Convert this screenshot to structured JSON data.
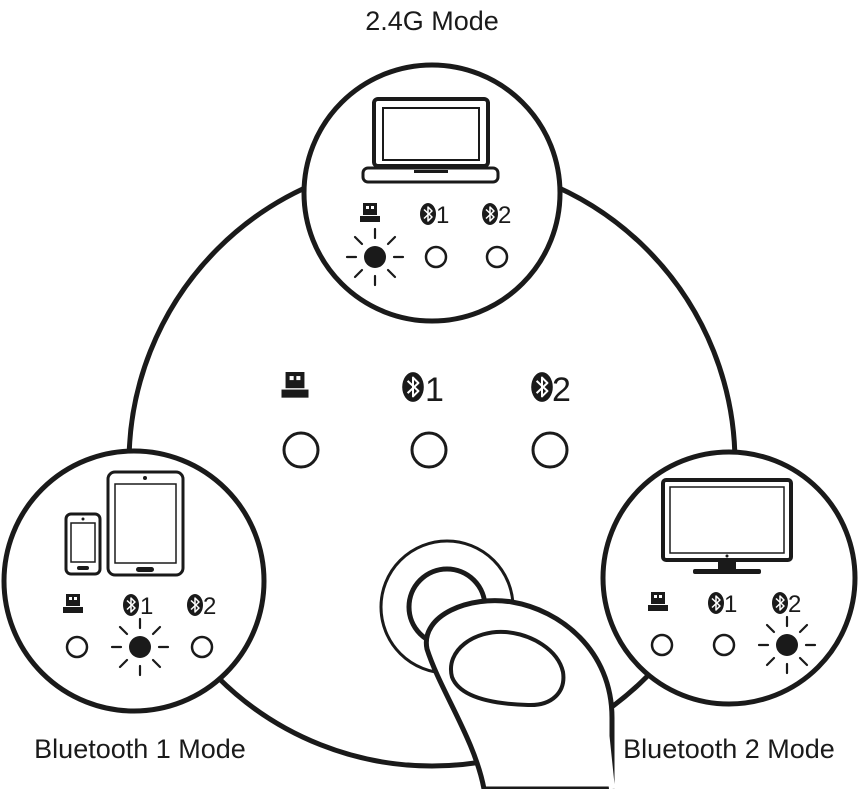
{
  "modes": {
    "top": {
      "title": "2.4G Mode",
      "device_icon": "laptop-icon",
      "led_icons": [
        "usb-dongle-icon",
        "bluetooth-icon",
        "bluetooth-icon"
      ],
      "led_numbers": [
        "",
        "1",
        "2"
      ],
      "active_led": 0
    },
    "left": {
      "title": "Bluetooth 1 Mode",
      "device_icon": "phone-and-tablet-icon",
      "led_icons": [
        "usb-dongle-icon",
        "bluetooth-icon",
        "bluetooth-icon"
      ],
      "led_numbers": [
        "",
        "1",
        "2"
      ],
      "active_led": 1
    },
    "right": {
      "title": "Bluetooth 2 Mode",
      "device_icon": "monitor-icon",
      "led_icons": [
        "usb-dongle-icon",
        "bluetooth-icon",
        "bluetooth-icon"
      ],
      "led_numbers": [
        "",
        "1",
        "2"
      ],
      "active_led": 2
    }
  },
  "center": {
    "led_icons": [
      "usb-dongle-icon",
      "bluetooth-icon",
      "bluetooth-icon"
    ],
    "led_numbers": [
      "",
      "1",
      "2"
    ],
    "button_icon": "pressing-finger-icon"
  },
  "colors": {
    "ink": "#1a1a1a",
    "background": "#ffffff"
  }
}
